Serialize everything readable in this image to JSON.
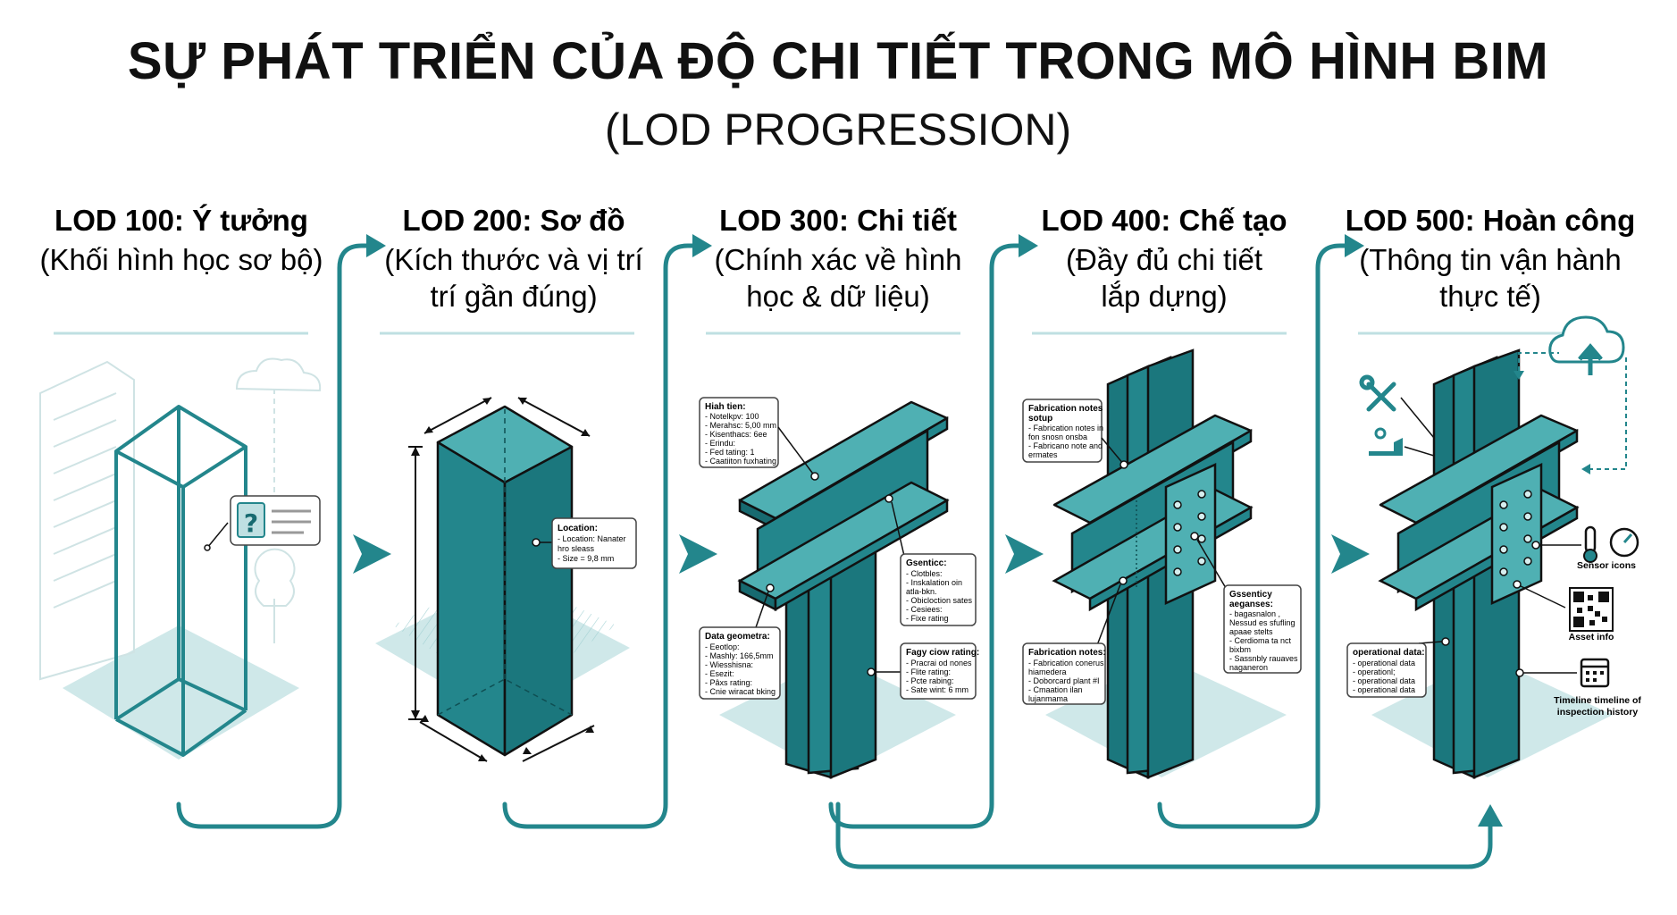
{
  "header": {
    "title": "SỰ PHÁT TRIỂN CỦA ĐỘ CHI TIẾT TRONG MÔ HÌNH BIM",
    "subtitle": "(LOD PROGRESSION)"
  },
  "colors": {
    "teal": "#23868c",
    "teal_light": "#4fb0b3",
    "teal_dark": "#176a70",
    "pale": "#cfe8e9",
    "line": "#bfe0e2"
  },
  "stages": [
    {
      "title": "LOD 100: Ý tưởng",
      "desc": [
        "(Khối hình học sơ bộ)"
      ],
      "callouts": []
    },
    {
      "title": "LOD 200: Sơ đồ",
      "desc": [
        "(Kích thước và vị trí",
        "trí gần đúng)"
      ],
      "callouts": [
        {
          "title": "Location:",
          "lines": [
            "- Location: Nanater",
            "  hro sleass",
            "- Size = 9,8 mm"
          ]
        }
      ]
    },
    {
      "title": "LOD 300: Chi tiết",
      "desc": [
        "(Chính xác về hình",
        "học & dữ liệu)"
      ],
      "callouts": [
        {
          "title": "Hiah tien:",
          "lines": [
            "- Notelkpv: 100",
            "- Merahsc: 5,00 mm",
            "- Kisenthacs: 6ee",
            "- Erindu:",
            "- Fed tating: 1",
            "- Caatiiton fuxhating"
          ]
        },
        {
          "title": "Gsenticc:",
          "lines": [
            "- Clotbles:",
            "- Inskalation oin",
            "  atla-bkn.",
            "- Obicloction sates",
            "- Cesiees:",
            "- Fixe rating"
          ]
        },
        {
          "title": "Data geometra:",
          "lines": [
            "- Eeotlop:",
            "- Mashly: 166,5mm",
            "- Wiesshisna:",
            "- Esezit:",
            "- Pâxs rating:",
            "- Cnie wiracat bking"
          ]
        },
        {
          "title": "Fagy ciow rating:",
          "lines": [
            "- Pracrai od nones",
            "- Flite rating:",
            "- Pcte rabing:",
            "- Sate wint: 6 mm"
          ]
        }
      ]
    },
    {
      "title": "LOD 400: Chế tạo",
      "desc": [
        "(Đầy đủ chi tiết",
        "lắp dựng)"
      ],
      "callouts": [
        {
          "title": "Fabrication notes",
          "lines": [
            "sotup",
            "- Fabrication notes in",
            "  fon snosn onsba",
            "- Fabricano note and",
            "  ermates"
          ]
        },
        {
          "title": "Gssenticy",
          "lines": [
            "aeganses:",
            "- bagasnalon ,",
            "  Nessud es sfufling",
            "  apaae stelts",
            "- Cerdioma ta nct",
            "  bixbm",
            "- Sassnbly rauaves",
            "  naganeron"
          ]
        },
        {
          "title": "Fabrication notes:",
          "lines": [
            "- Fabrication conerus",
            "  hiamedera",
            "- Doborcard plant #I",
            "- Cmaation ilan",
            "  lujanmama"
          ]
        }
      ]
    },
    {
      "title": "LOD 500: Hoàn công",
      "desc": [
        "(Thông tin vận hành",
        "thực tế)"
      ],
      "callouts": [
        {
          "title": "operational data:",
          "lines": [
            "- operational data",
            "- operationl;",
            "- operational data",
            "- operational data"
          ]
        }
      ],
      "icons": {
        "sensor": "Sensor icons",
        "asset": "Asset info",
        "timeline": "Timeline timeline of",
        "timeline2": "inspection history"
      }
    }
  ]
}
